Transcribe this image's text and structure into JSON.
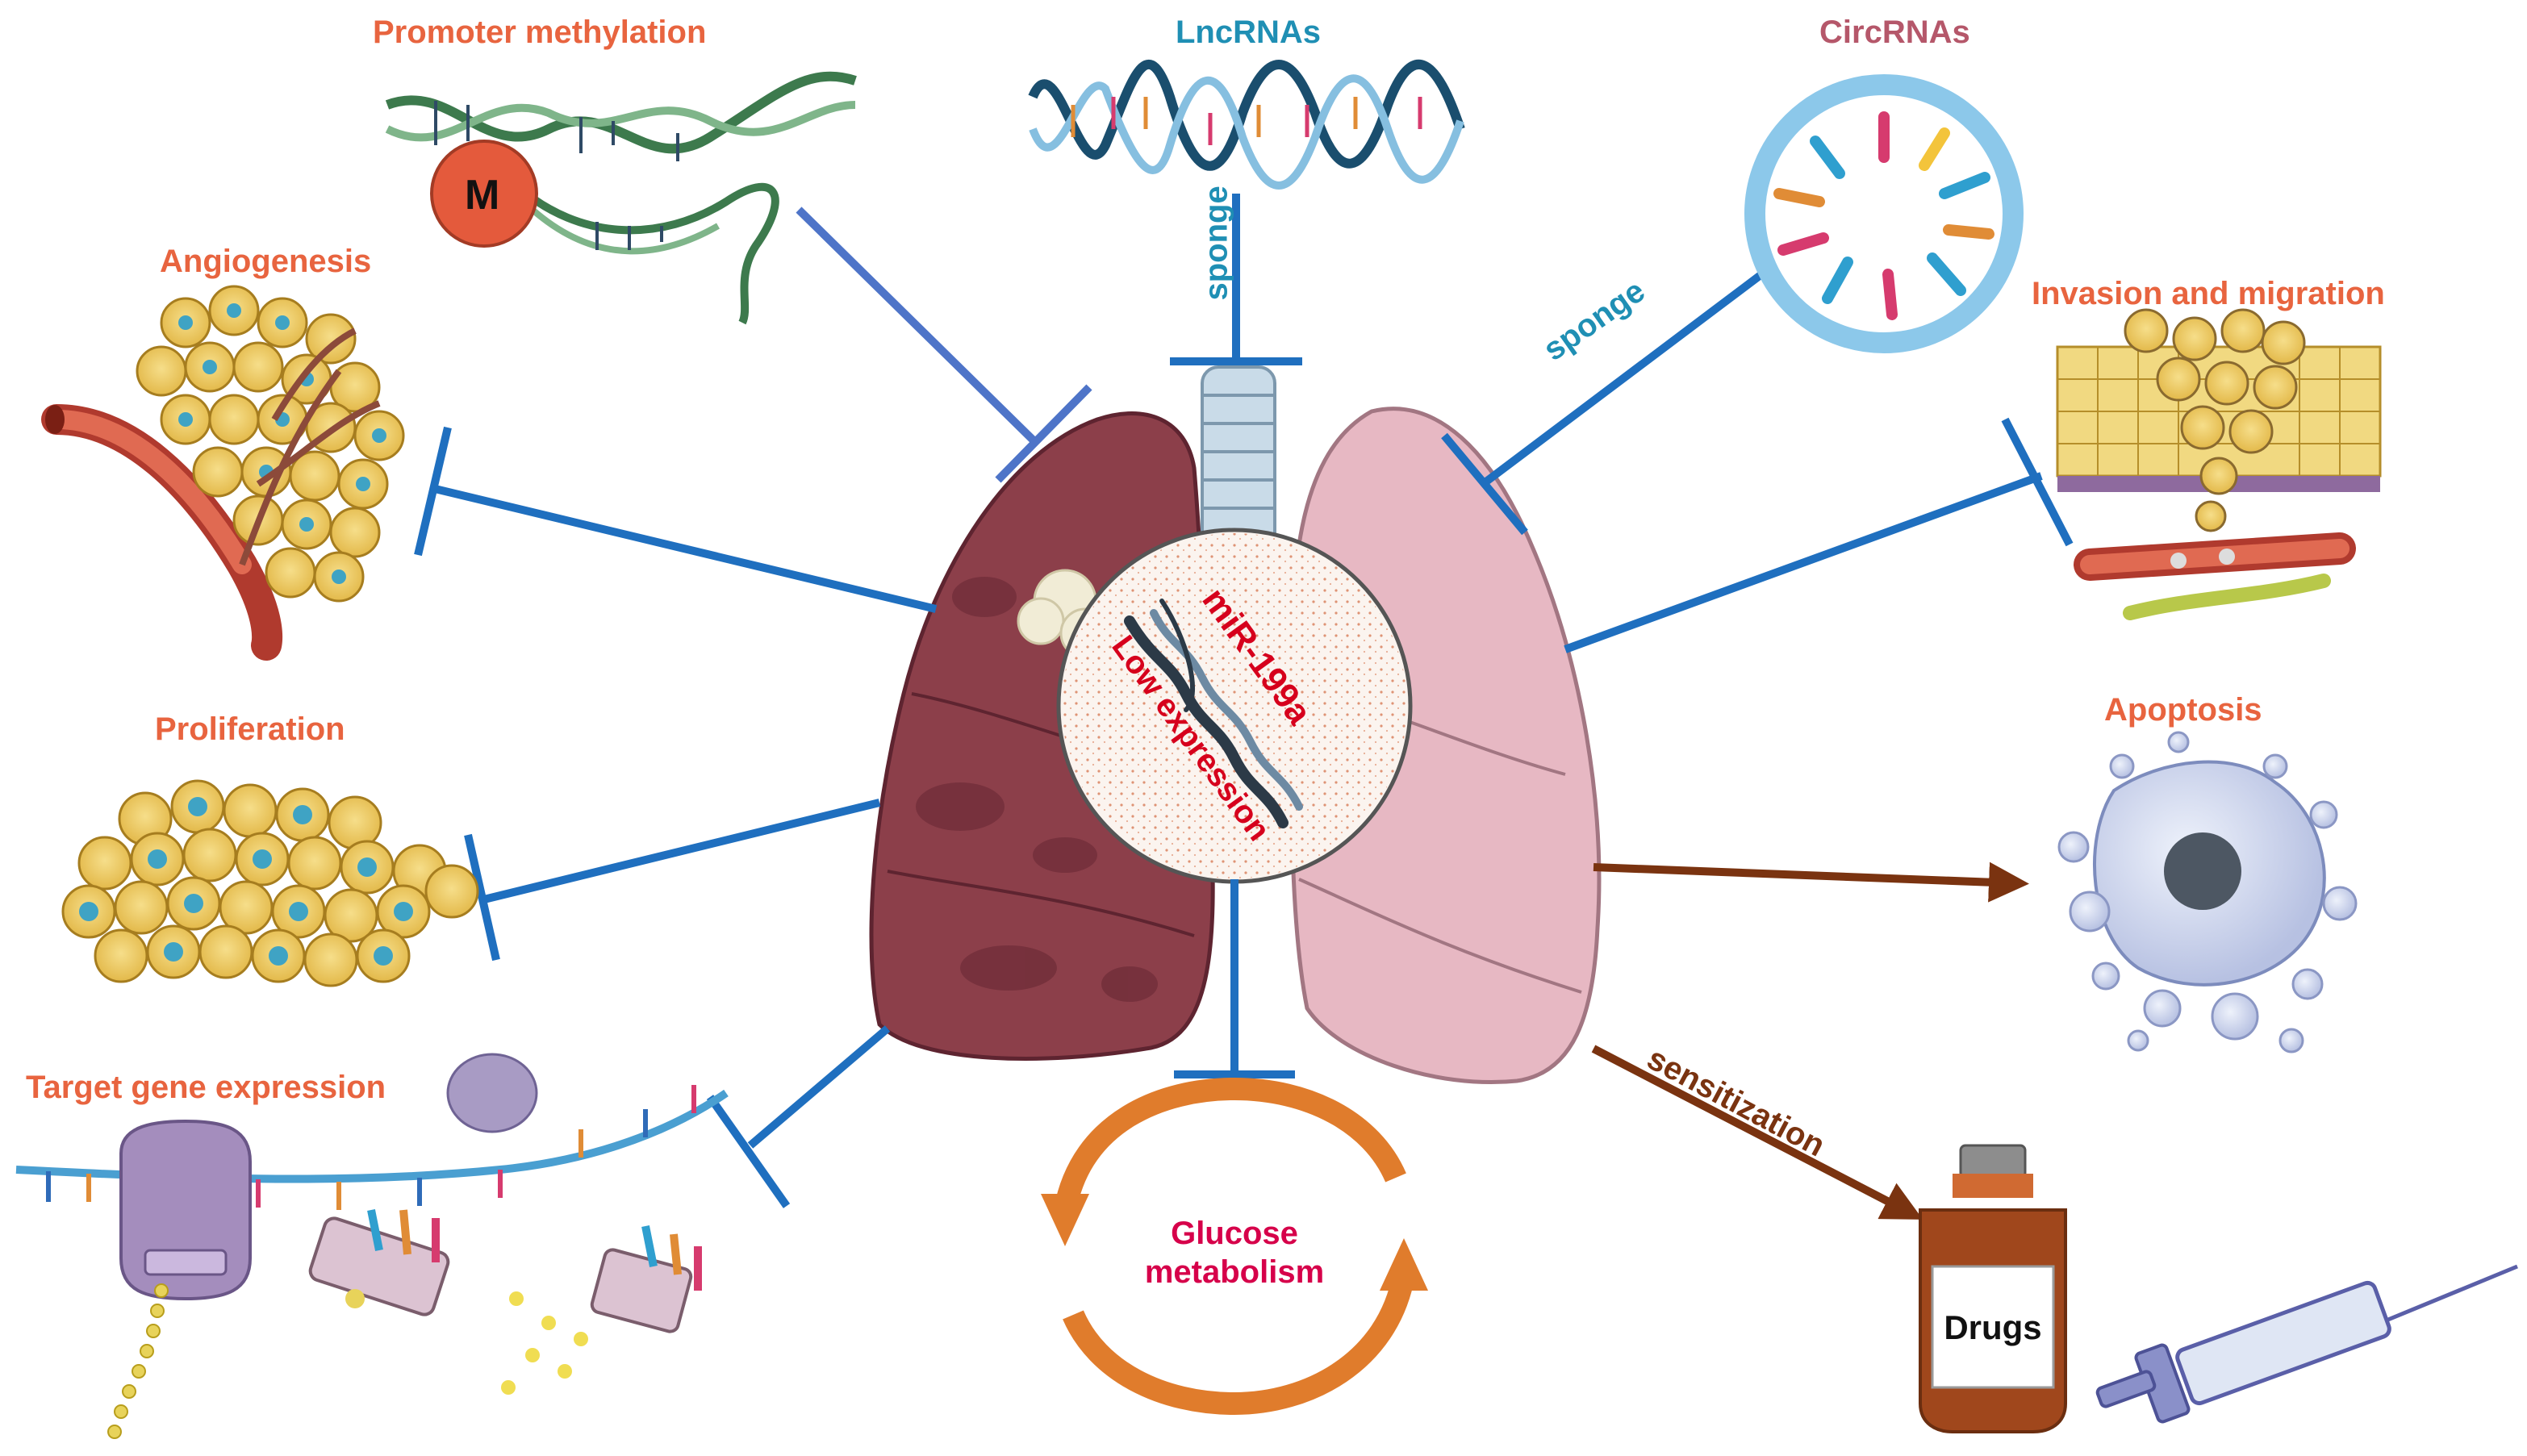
{
  "center": {
    "mirna": "miR-199a",
    "status": "Low expression"
  },
  "nodes": {
    "promoter_methylation": {
      "label": "Promoter methylation",
      "marker": "M"
    },
    "lncrnas": {
      "label": "LncRNAs",
      "edge_label": "sponge"
    },
    "circrnas": {
      "label": "CircRNAs",
      "edge_label": "sponge"
    },
    "angiogenesis": {
      "label": "Angiogenesis"
    },
    "invasion_migration": {
      "label": "Invasion and migration"
    },
    "proliferation": {
      "label": "Proliferation"
    },
    "apoptosis": {
      "label": "Apoptosis"
    },
    "target_gene_expression": {
      "label": "Target gene expression"
    },
    "glucose_metabolism": {
      "label_line1": "Glucose",
      "label_line2": "metabolism"
    },
    "drugs": {
      "label": "Drugs",
      "edge_label": "sensitization"
    }
  },
  "edge_types": {
    "inhibition": {
      "color": "#1f6fbf",
      "symbol": "T-bar"
    },
    "promotion": {
      "color": "#7a3310",
      "symbol": "arrow"
    }
  },
  "colors": {
    "label_orange": "#e8643f",
    "label_teal": "#1f8fb4",
    "label_mauve": "#b5576a",
    "label_red": "#d6004a",
    "lung_diseased": "#8c3f4a",
    "lung_healthy": "#e7b8c3"
  }
}
